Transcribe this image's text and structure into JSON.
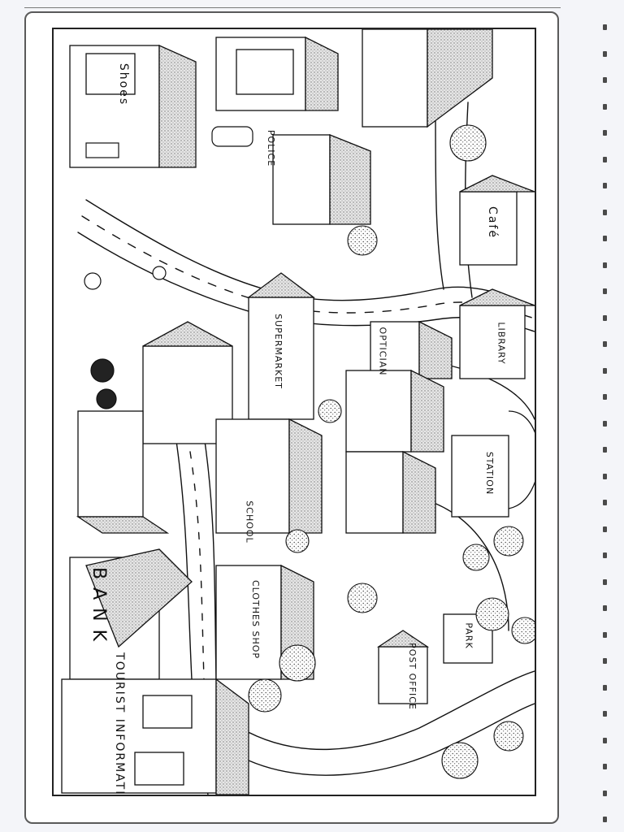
{
  "labels": {
    "shoes": "Shoes",
    "police": "POLICE",
    "cafe": "Café",
    "supermarket": "SUPERMARKET",
    "optician": "OPTICIAN",
    "library": "LIBRARY",
    "school": "SCHOOL",
    "station": "STATION",
    "clothes_shop": "CLOTHES SHOP",
    "bank": "BANK",
    "post_office": "POST OFFICE",
    "park": "PARK",
    "tourist_information": "TOURIST INFORMATION"
  },
  "icons": {
    "margin_marks": "binder-hole-marks",
    "map": "town-map-illustration"
  },
  "colors": {
    "ink": "#111111",
    "paper": "#ffffff",
    "background": "#f4f5f9",
    "roof_shade": "#c9c9c9"
  }
}
